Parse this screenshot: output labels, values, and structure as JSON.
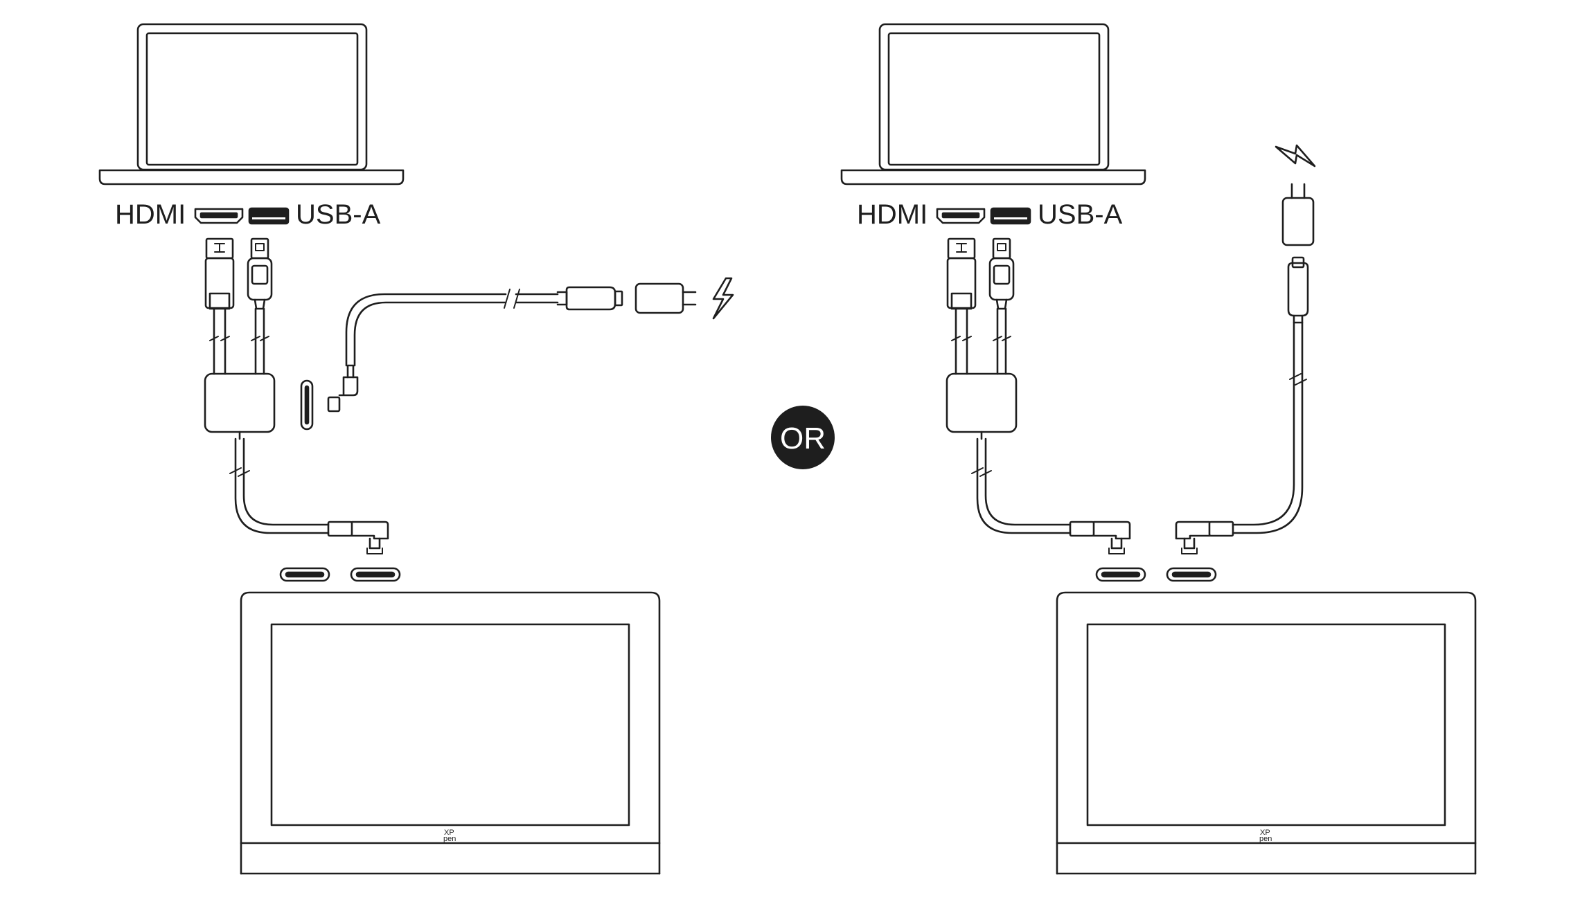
{
  "labels": {
    "hdmi": "HDMI",
    "usb_a": "USB-A",
    "or": "OR",
    "logo_top": "XP",
    "logo_bottom": "pen"
  },
  "icons": {
    "laptop": "laptop-icon",
    "hdmi_port": "hdmi-port-icon",
    "usb_a_port": "usb-a-port-icon",
    "power_adapter": "power-adapter-icon",
    "lightning": "lightning-icon",
    "tablet": "pen-display-icon"
  },
  "colors": {
    "line": "#1e1e1e",
    "background": "#ffffff"
  }
}
